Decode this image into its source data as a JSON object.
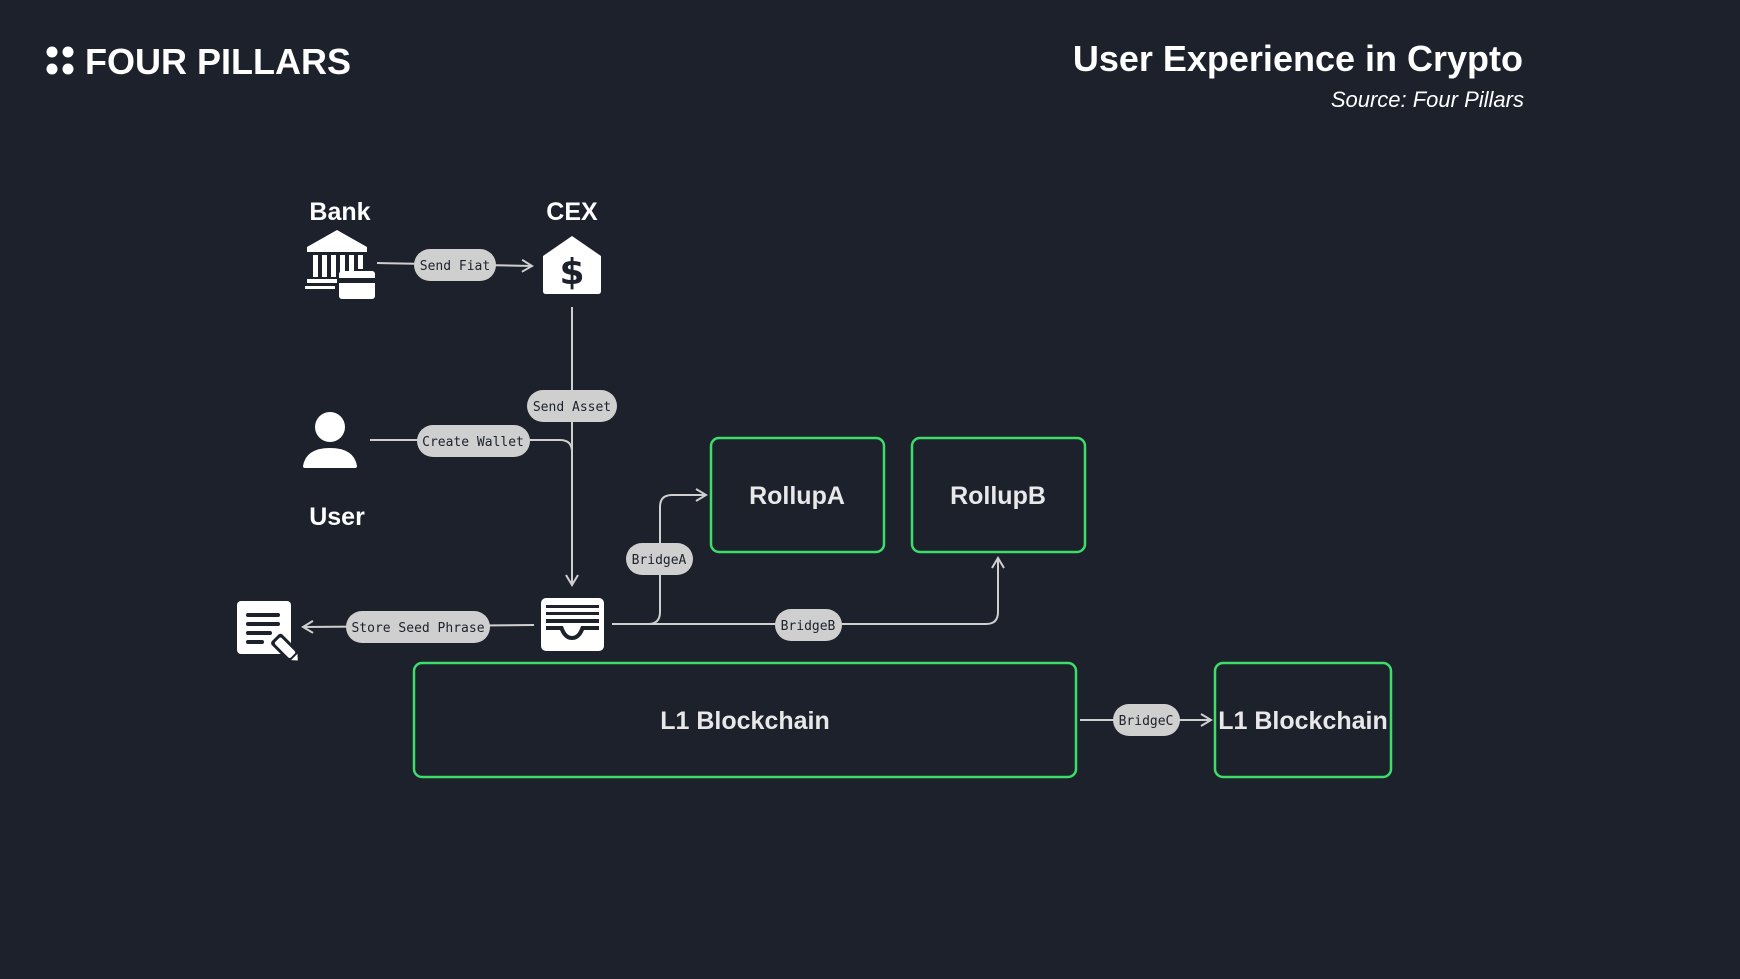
{
  "header": {
    "brand": "FOUR PILLARS",
    "title": "User Experience in Crypto",
    "source": "Source: Four Pillars"
  },
  "nodes": {
    "bank": "Bank",
    "cex": "CEX",
    "user": "User",
    "rollup_a": "RollupA",
    "rollup_b": "RollupB",
    "l1_main": "L1 Blockchain",
    "l1_other": "L1 Blockchain"
  },
  "edges": {
    "send_fiat": "Send Fiat",
    "send_asset": "Send Asset",
    "create_wallet": "Create Wallet",
    "store_seed": "Store Seed Phrase",
    "bridge_a": "BridgeA",
    "bridge_b": "BridgeB",
    "bridge_c": "BridgeC"
  },
  "icons": {
    "brand": "four-dots-logo",
    "bank": "bank-card-icon",
    "cex": "dollar-house-icon",
    "user": "person-icon",
    "wallet": "wallet-icon",
    "seed": "note-pen-icon"
  },
  "colors": {
    "background": "#1c212b",
    "accent": "#3ddc6b",
    "pill": "#cfcfcf",
    "line": "#cfcfcf"
  }
}
